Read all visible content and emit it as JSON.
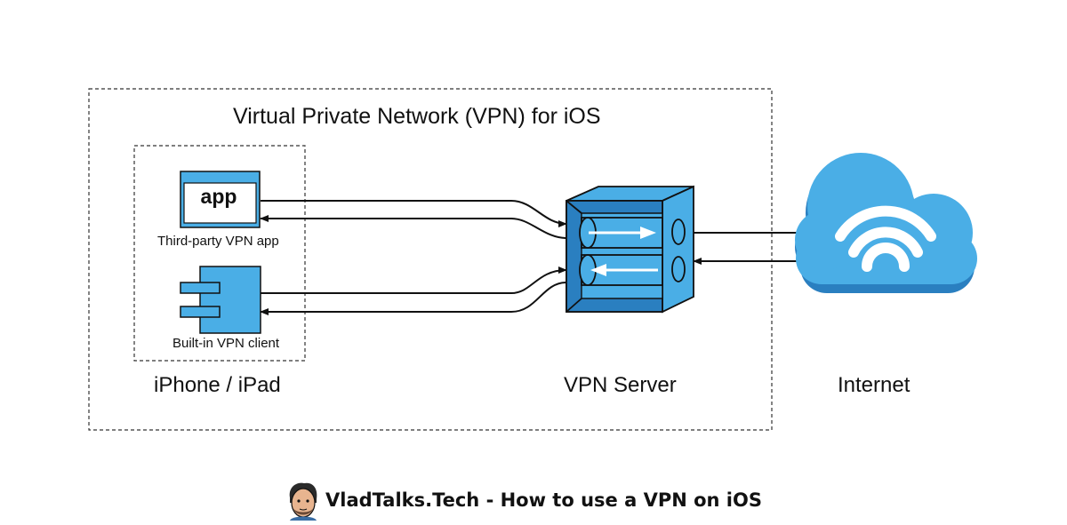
{
  "diagram": {
    "title": "Virtual Private Network (VPN) for iOS",
    "device_group_label": "iPhone / iPad",
    "third_party_app": {
      "icon_text": "app",
      "label": "Third-party VPN app"
    },
    "builtin_client": {
      "label": "Built-in VPN client"
    },
    "vpn_server": {
      "label": "VPN Server"
    },
    "internet": {
      "label": "Internet"
    }
  },
  "footer": {
    "text": "VladTalks.Tech - How to use a VPN on iOS"
  },
  "colors": {
    "accent_blue": "#4aaee6",
    "dark_blue": "#2a7fc0",
    "stroke": "#111111",
    "white": "#ffffff"
  },
  "icons": [
    "app-window-icon",
    "component-icon",
    "server-box-icon",
    "cloud-wifi-icon",
    "avatar-icon"
  ]
}
